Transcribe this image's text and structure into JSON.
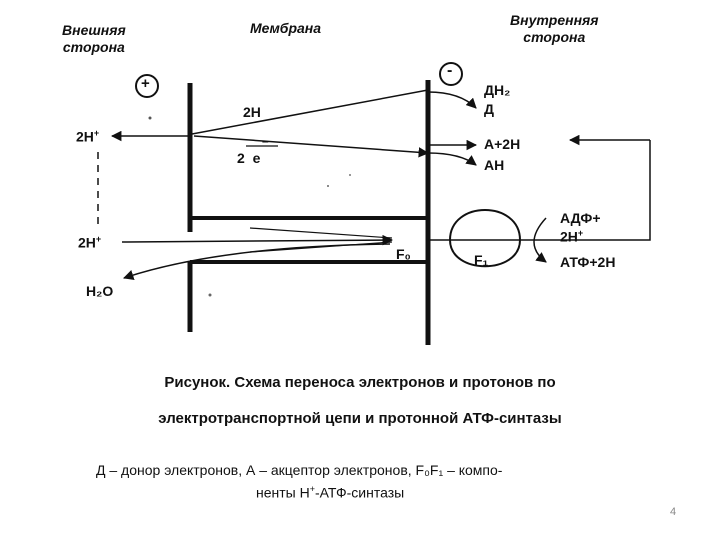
{
  "headers": {
    "outer_line1": "Внешняя",
    "outer_line2": "сторона",
    "membrane": "Мембрана",
    "inner_line1": "Внутренняя",
    "inner_line2": "сторона"
  },
  "charges": {
    "outer": "+",
    "inner": "-"
  },
  "left_labels": {
    "proton_top": "2H",
    "proton_top_sup": "+",
    "proton_bottom": "2H",
    "proton_bottom_sup": "+",
    "water": "H₂O"
  },
  "membrane_labels": {
    "two_h": "2H",
    "two_e_num": "2",
    "two_e_sym": "e",
    "two_e_bar": "–",
    "f0": "F₀",
    "f1": "F₁"
  },
  "right_labels": {
    "dh2": "ДН₂",
    "d": "Д",
    "a2h": "А+2Н",
    "ah": "АН",
    "adf": "АДФ+",
    "adf_2h": "2H",
    "adf_2h_sup": "+",
    "atf": "АТФ+2Н"
  },
  "caption": {
    "line1": "Рисунок. Схема переноса электронов и протонов по",
    "line2": "электротранспортной цепи и протонной АТФ-синтазы"
  },
  "legend": {
    "line1": "Д – донор электронов, А – акцептор электронов, F₀F₁ – компо-",
    "line2_a": "ненты Н",
    "line2_sup": "+",
    "line2_b": "-АТФ-синтазы"
  },
  "page_number": "4",
  "colors": {
    "ink": "#111111",
    "background": "#ffffff",
    "page_number": "#888888"
  }
}
